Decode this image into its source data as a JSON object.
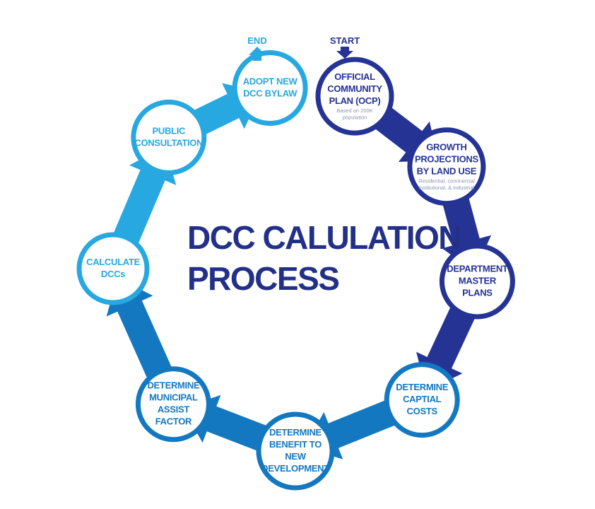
{
  "title": {
    "line1": "DCC CALULATION",
    "line2": "PROCESS"
  },
  "start_label": "START",
  "end_label": "END",
  "colors": {
    "dark_navy": "#253394",
    "medium_blue": "#1478c0",
    "light_blue": "#27a8e0",
    "title_blue": "#233088"
  },
  "steps": [
    {
      "id": "ocp",
      "lines": [
        "OFFICIAL",
        "COMMUNITY",
        "PLAN (OCP)"
      ],
      "note": [
        "Based on 200K",
        "population"
      ],
      "color": "#253394"
    },
    {
      "id": "growth",
      "lines": [
        "GROWTH",
        "PROJECTIONS",
        "BY LAND USE"
      ],
      "note": [
        "Residential, commercial",
        "institutional, & industrial"
      ],
      "color": "#253394"
    },
    {
      "id": "master-plans",
      "lines": [
        "DEPARTMENT",
        "MASTER",
        "PLANS"
      ],
      "note": [],
      "color": "#253394"
    },
    {
      "id": "capital-costs",
      "lines": [
        "DETERMINE",
        "CAPTIAL",
        "COSTS"
      ],
      "note": [],
      "color": "#1478c0"
    },
    {
      "id": "benefit",
      "lines": [
        "DETERMINE",
        "BENEFIT TO",
        "NEW",
        "DEVELOPMENT"
      ],
      "note": [],
      "color": "#1478c0"
    },
    {
      "id": "assist-factor",
      "lines": [
        "DETERMINE",
        "MUNICIPAL",
        "ASSIST",
        "FACTOR"
      ],
      "note": [],
      "color": "#1478c0"
    },
    {
      "id": "calculate",
      "lines": [
        "CALCULATE",
        "DCCs"
      ],
      "note": [],
      "color": "#27a8e0"
    },
    {
      "id": "consultation",
      "lines": [
        "PUBLIC",
        "CONSULTATION"
      ],
      "note": [],
      "color": "#27a8e0"
    },
    {
      "id": "adopt",
      "lines": [
        "ADOPT NEW",
        "DCC BYLAW"
      ],
      "note": [],
      "color": "#27a8e0"
    }
  ]
}
